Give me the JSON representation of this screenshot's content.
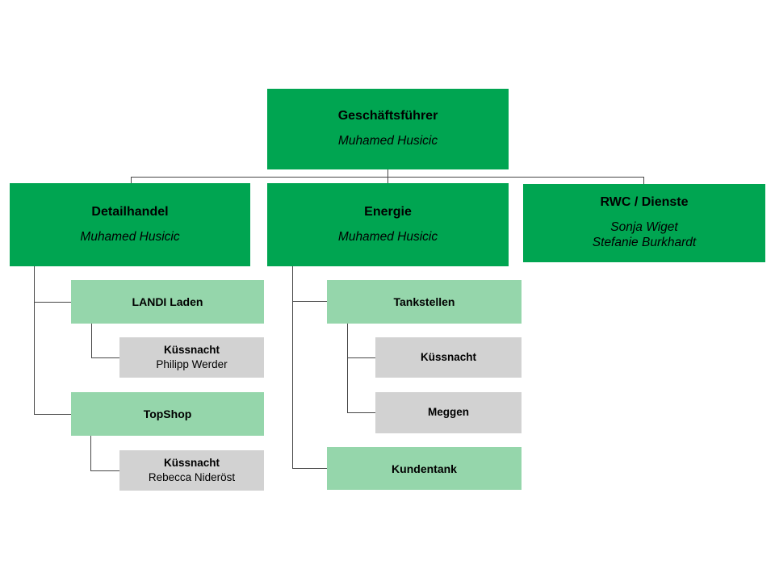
{
  "colors": {
    "primary_green": "#00a551",
    "light_green": "#95d6ab",
    "gray": "#d2d2d2",
    "line": "#474747",
    "text": "#000000",
    "background": "#ffffff"
  },
  "nodes": {
    "root": {
      "title": "Geschäftsführer",
      "person": "Muhamed Husicic"
    },
    "detailhandel": {
      "title": "Detailhandel",
      "person": "Muhamed Husicic"
    },
    "energie": {
      "title": "Energie",
      "person": "Muhamed Husicic"
    },
    "rwc": {
      "title": "RWC / Dienste",
      "person": "Sonja Wiget",
      "person2": "Stefanie Burkhardt"
    },
    "landi": {
      "title": "LANDI Laden"
    },
    "landi_kuessnacht": {
      "title": "Küssnacht",
      "person": "Philipp Werder"
    },
    "topshop": {
      "title": "TopShop"
    },
    "topshop_kuessnacht": {
      "title": "Küssnacht",
      "person": "Rebecca Nideröst"
    },
    "tankstellen": {
      "title": "Tankstellen"
    },
    "tankstellen_kuessnacht": {
      "title": "Küssnacht"
    },
    "meggen": {
      "title": "Meggen"
    },
    "kundentank": {
      "title": "Kundentank"
    }
  }
}
